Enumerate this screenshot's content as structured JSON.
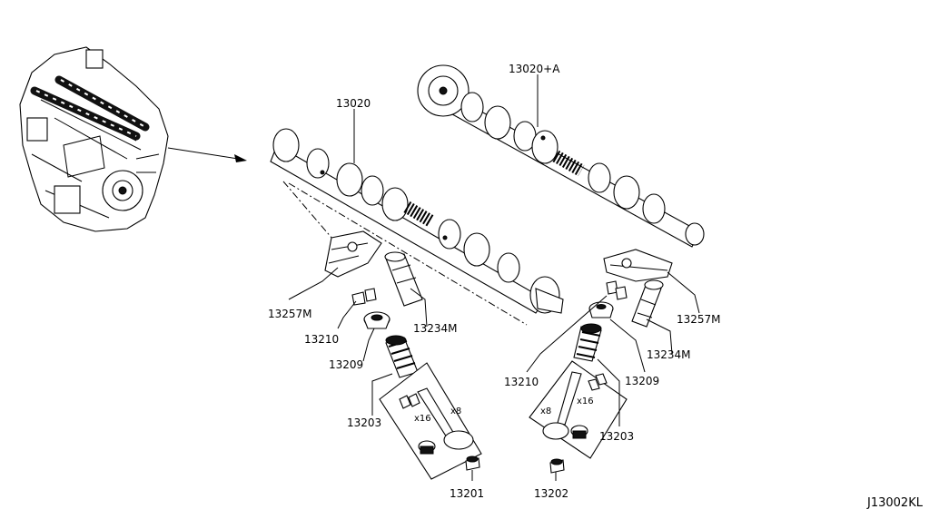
{
  "diagram_code": "J13002KL",
  "labels": {
    "p13020": "13020",
    "p13020a": "13020+A",
    "p13257m_l": "13257M",
    "p13210_l": "13210",
    "p13234m_l": "13234M",
    "p13209_l": "13209",
    "p13203_l": "13203",
    "p13201": "13201",
    "p13257m_r": "13257M",
    "p13234m_r": "13234M",
    "p13210_r": "13210",
    "p13209_r": "13209",
    "p13203_r": "13203",
    "p13202": "13202"
  },
  "quantities": {
    "q16_l": "x16",
    "q8_l": "x8",
    "q16_r": "x16",
    "q8_r": "x8"
  }
}
